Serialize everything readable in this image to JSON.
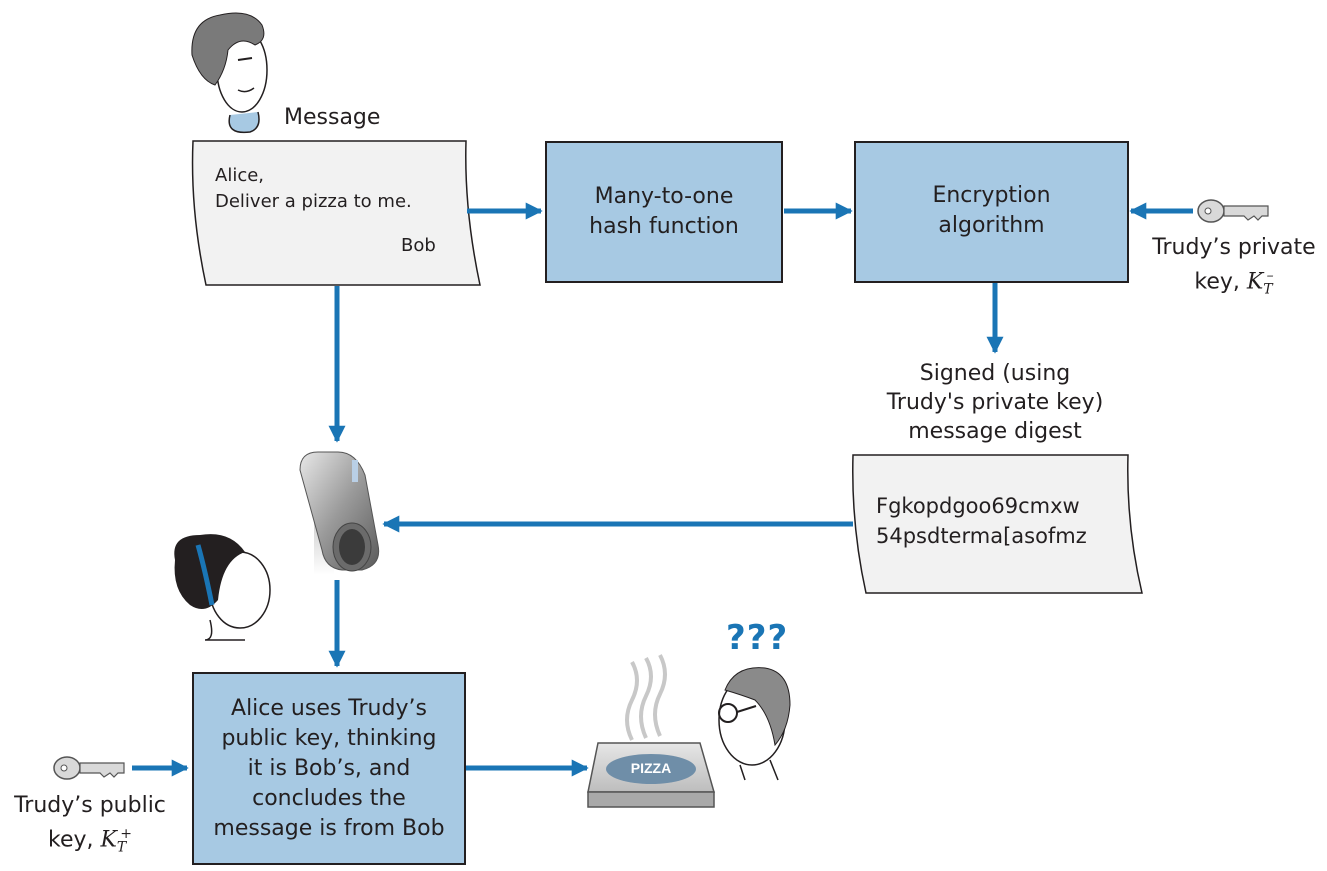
{
  "message": {
    "heading": "Message",
    "line1": "Alice,",
    "line2": "Deliver a pizza to me.",
    "signature": "Bob"
  },
  "hash_box": {
    "line1": "Many-to-one",
    "line2": "hash function"
  },
  "encrypt_box": {
    "line1": "Encryption",
    "line2": "algorithm"
  },
  "private_key": {
    "line1": "Trudy’s private",
    "line2_prefix": "key, ",
    "symbol": "K",
    "sub": "T",
    "sup": "–"
  },
  "signed_label": {
    "line1": "Signed (using",
    "line2": "Trudy's private key)",
    "line3": "message digest"
  },
  "digest": {
    "line1": "Fgkopdgoo69cmxw",
    "line2": "54psdterma[asofmz"
  },
  "alice_box": {
    "line1": "Alice uses Trudy’s",
    "line2": "public key, thinking",
    "line3": "it is Bob’s, and",
    "line4": "concludes the",
    "line5": "message is from Bob"
  },
  "public_key": {
    "line1": "Trudy’s public",
    "line2_prefix": "key, ",
    "symbol": "K",
    "sub": "T",
    "sup": "+"
  },
  "pizza_label": "PIZZA",
  "confusion": "???",
  "colors": {
    "box_fill": "#a7c9e3",
    "arrow": "#1a75b5",
    "paper": "#f2f2f2",
    "stroke": "#231f20"
  }
}
